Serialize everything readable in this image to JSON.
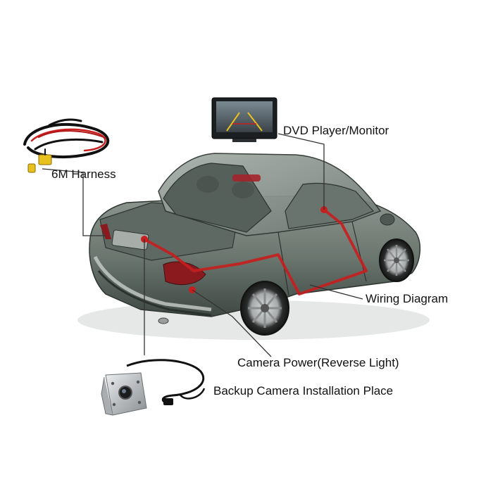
{
  "labels": {
    "dvd_monitor": "DVD Player/Monitor",
    "harness": "6M Harness",
    "wiring_diagram": "Wiring Diagram",
    "camera_power": "Camera Power(Reverse Light)",
    "camera_install": "Backup Camera Installation Place"
  },
  "colors": {
    "wire_red": "#c81e1e",
    "leader_line": "#333333",
    "car_body": "#6f7a72",
    "car_dark": "#3d4641",
    "glass": "#8c9690",
    "camera_chrome": "#c9ccce",
    "connector_yellow": "#e8c020"
  }
}
